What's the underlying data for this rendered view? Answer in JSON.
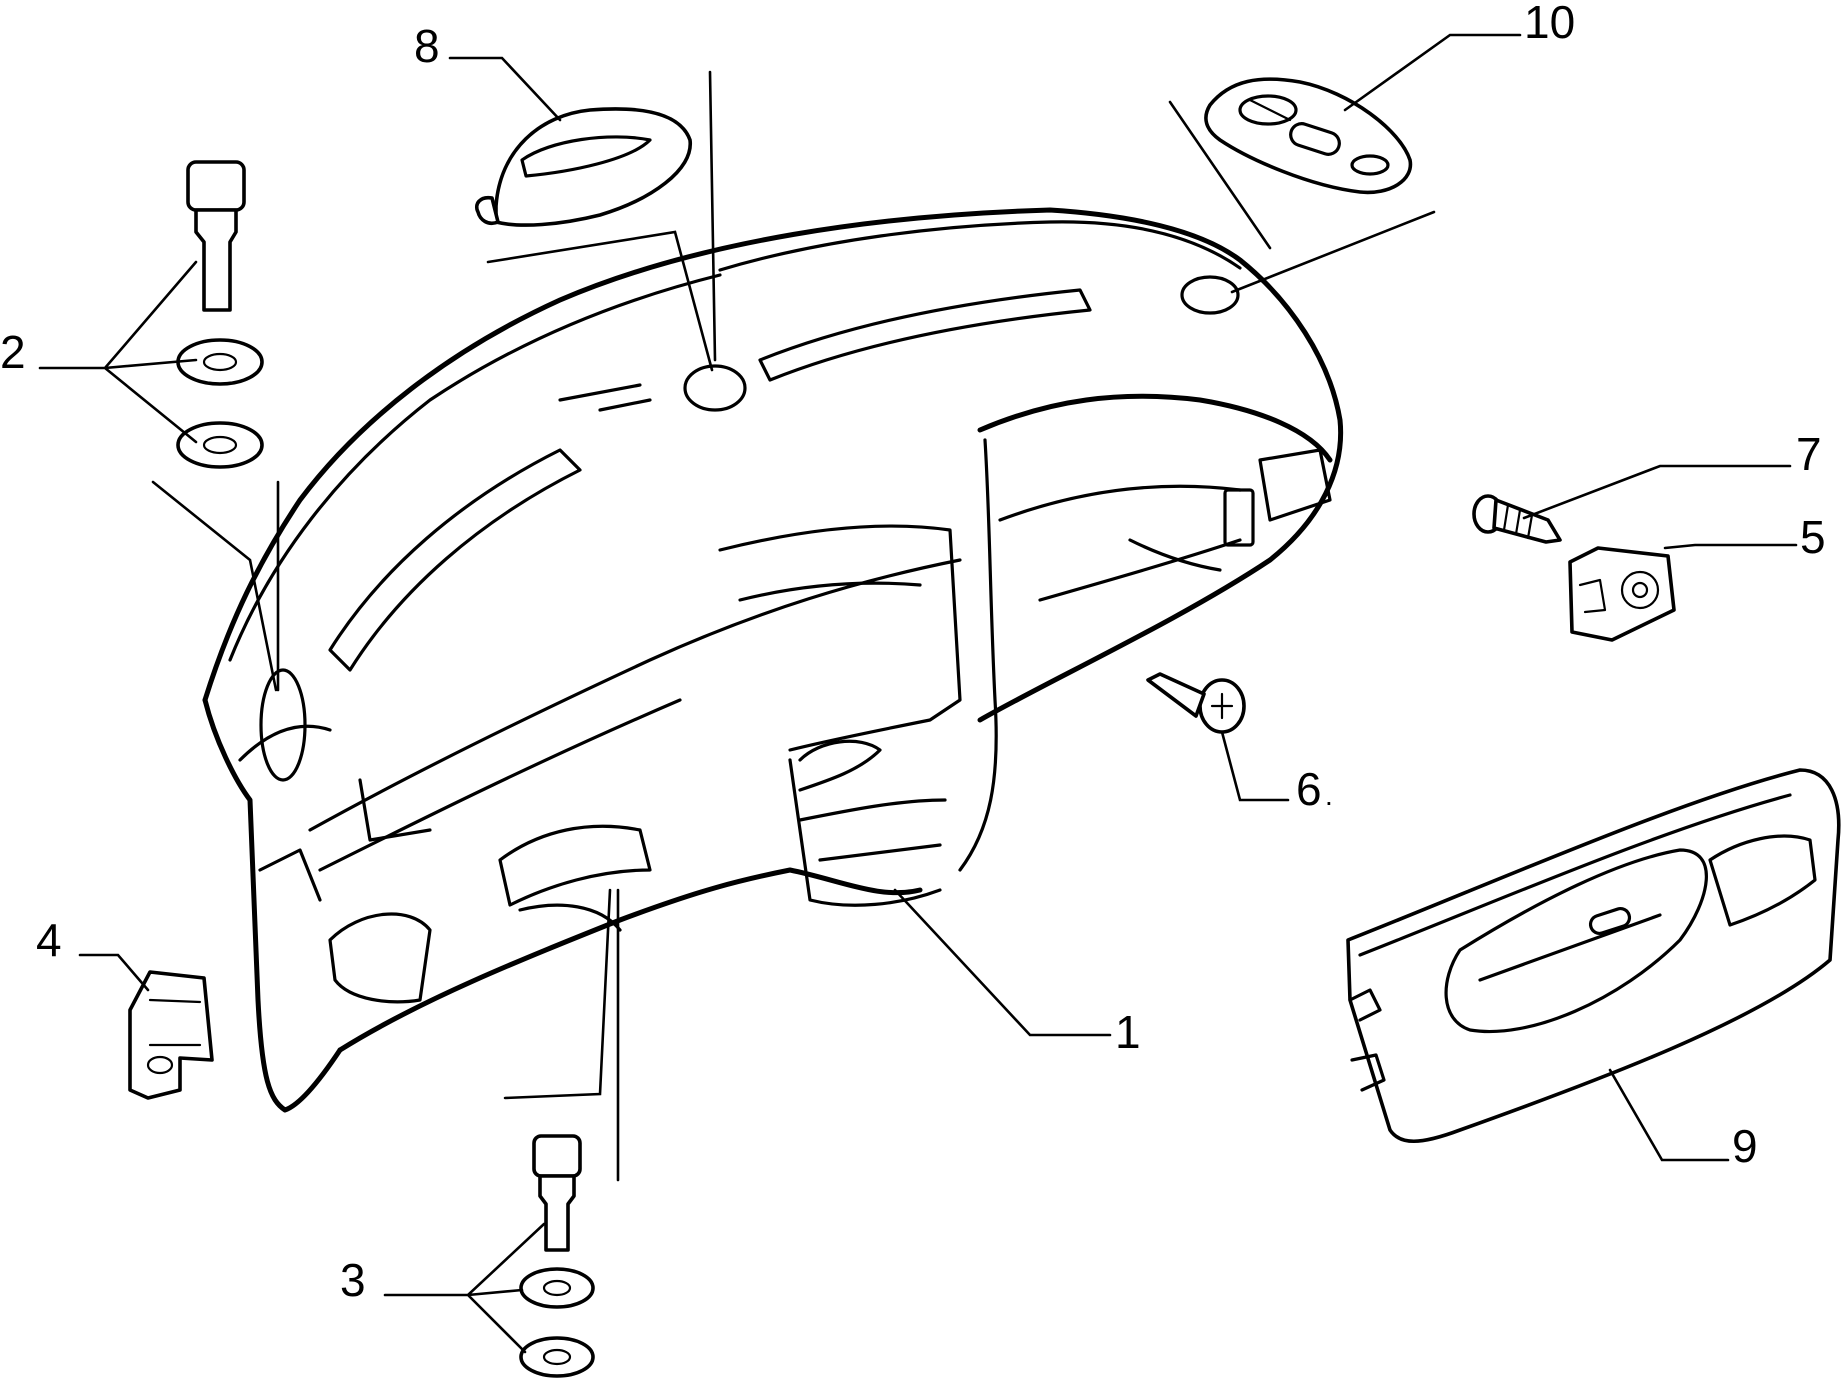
{
  "callouts": [
    {
      "id": "1",
      "label": "1"
    },
    {
      "id": "2",
      "label": "2"
    },
    {
      "id": "3",
      "label": "3"
    },
    {
      "id": "4",
      "label": "4"
    },
    {
      "id": "5",
      "label": "5"
    },
    {
      "id": "6",
      "label": "6"
    },
    {
      "id": "7",
      "label": "7"
    },
    {
      "id": "8",
      "label": "8"
    },
    {
      "id": "9",
      "label": "9"
    },
    {
      "id": "10",
      "label": "10"
    }
  ],
  "extra_marks": {
    "dot_after_6": "."
  }
}
